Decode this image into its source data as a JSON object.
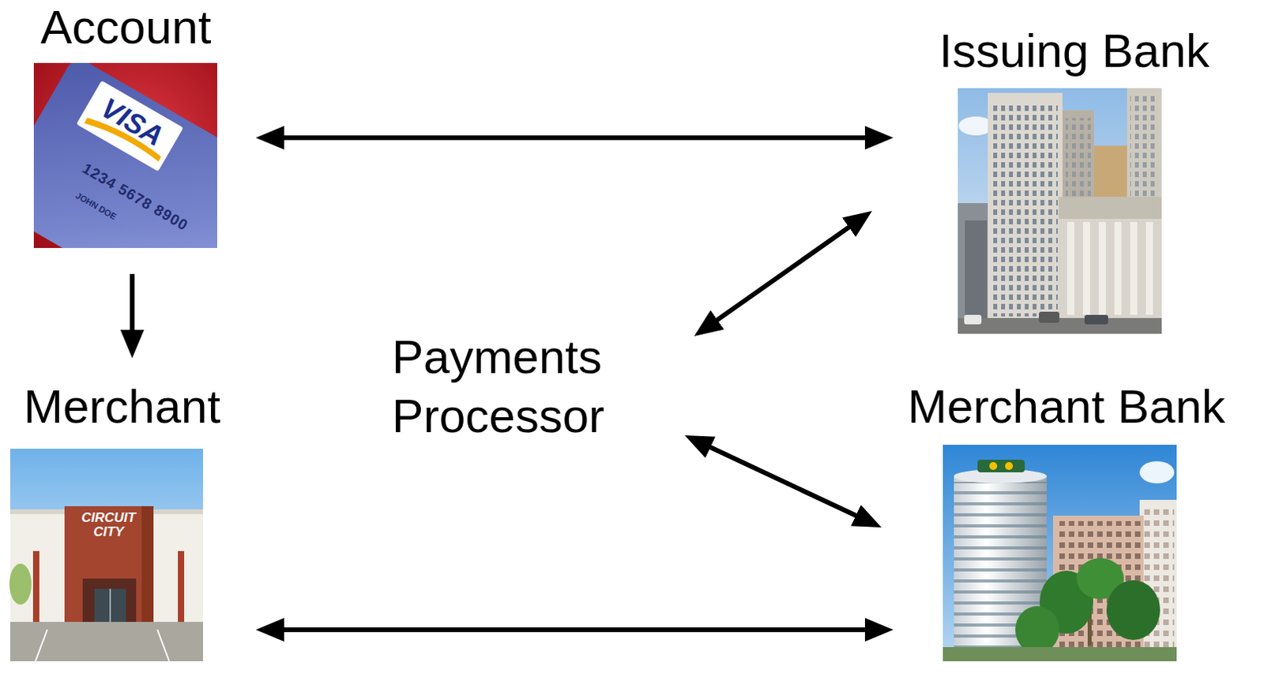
{
  "diagram": {
    "nodes": [
      {
        "text": [
          "Account",
          "VISA",
          "1234 5678 8900",
          "JOHN DOE"
        ]
      },
      {
        "text": [
          "Issuing Bank"
        ]
      },
      {
        "text": [
          "Merchant",
          "CIRCUIT CITY"
        ]
      },
      {
        "text": [
          "Payments Processor"
        ]
      },
      {
        "text": [
          "Merchant Bank"
        ]
      }
    ],
    "edges": [
      {
        "from": 0,
        "to": 1,
        "arrow": "both"
      },
      {
        "from": 0,
        "to": 2,
        "arrow": "to"
      },
      {
        "from": 1,
        "to": 3,
        "arrow": "both"
      },
      {
        "from": 3,
        "to": 4,
        "arrow": "both"
      },
      {
        "from": 2,
        "to": 4,
        "arrow": "both"
      }
    ]
  }
}
